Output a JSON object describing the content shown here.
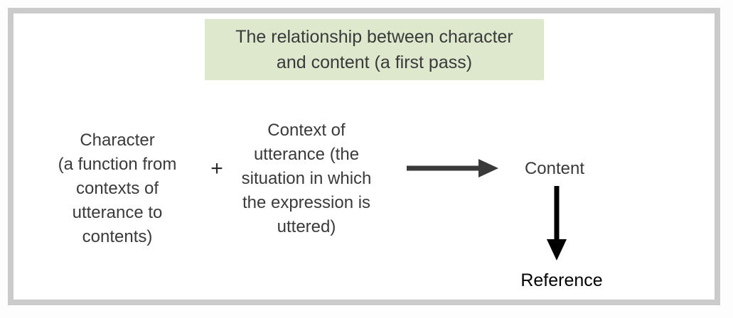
{
  "diagram": {
    "title": "The relationship between character\nand content (a first pass)",
    "character_label": "Character\n(a function from\ncontexts of\nutterance to\ncontents)",
    "plus_sign": "+",
    "context_label": "Context of\nutterance (the\nsituation in which\nthe expression is\nuttered)",
    "content_label": "Content",
    "reference_label": "Reference",
    "icons": {
      "right_arrow": "right-arrow-icon",
      "down_arrow": "down-arrow-icon"
    },
    "colors": {
      "title_background": "#dde8cd",
      "text": "#3a3a3a",
      "horizontal_arrow": "#3a3a3a",
      "vertical_arrow": "#000000",
      "reference_text": "#000000",
      "frame_border": "#cbcbcb",
      "frame_background": "#ffffff",
      "page_background": "#fdfdfd"
    }
  }
}
